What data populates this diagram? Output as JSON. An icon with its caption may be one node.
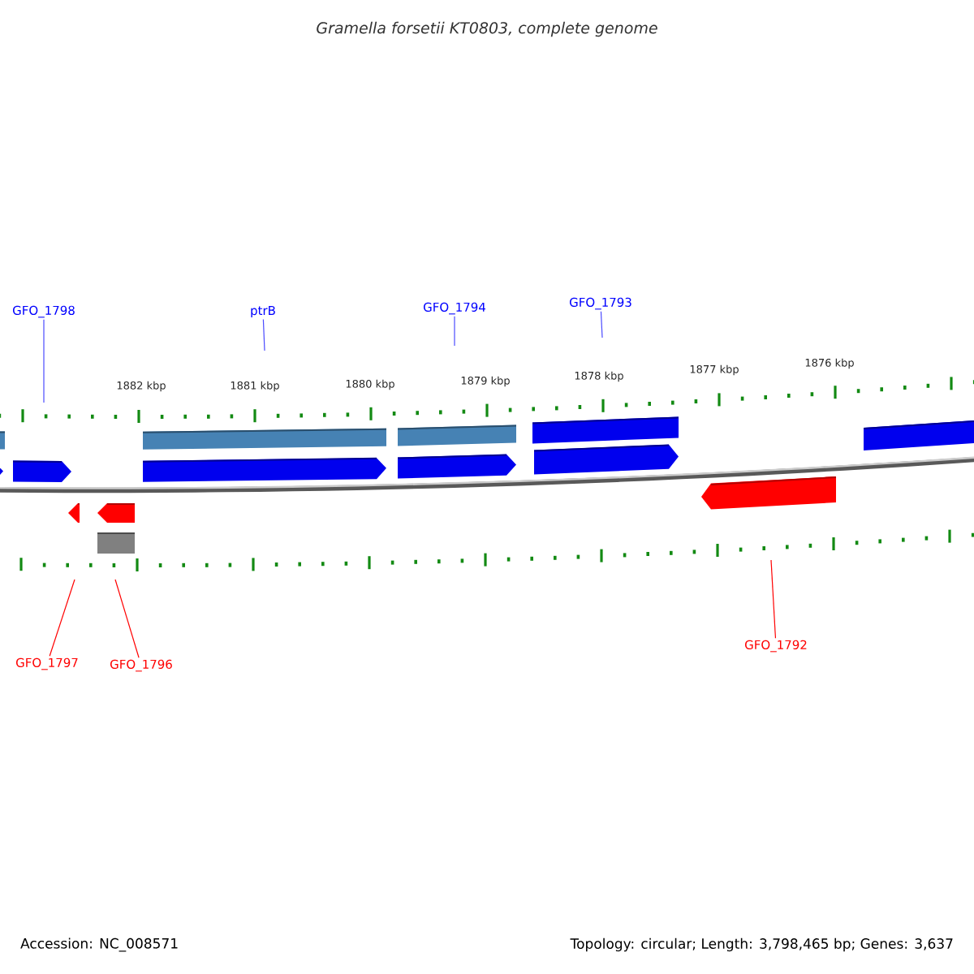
{
  "diagram": {
    "title": "Gramella forsetii KT0803, complete genome",
    "nodes": [
      {
        "text": [
          "GFO_1798"
        ]
      },
      {
        "text": [
          "ptrB"
        ]
      },
      {
        "text": [
          "GFO_1794"
        ]
      },
      {
        "text": [
          "GFO_1793"
        ]
      },
      {
        "text": [
          "GFO_1797"
        ]
      },
      {
        "text": [
          "GFO_1796"
        ]
      },
      {
        "text": [
          "GFO_1792"
        ]
      }
    ],
    "edges": [
      {
        "from": 0,
        "to": null,
        "arrow": "none"
      },
      {
        "from": 1,
        "to": null,
        "arrow": "none"
      },
      {
        "from": 2,
        "to": null,
        "arrow": "none"
      },
      {
        "from": 3,
        "to": null,
        "arrow": "none"
      },
      {
        "from": 4,
        "to": null,
        "arrow": "none",
        "color": "#ff0000"
      },
      {
        "from": 5,
        "to": null,
        "arrow": "none",
        "color": "#ff0000"
      },
      {
        "from": 6,
        "to": null,
        "arrow": "none",
        "color": "#ff0000"
      }
    ],
    "labels": [
      "1882 kbp",
      "1881 kbp",
      "1880 kbp",
      "1879 kbp",
      "1878 kbp",
      "1877 kbp",
      "1876 kbp",
      "Accession: NC_008571",
      "Topology: circular; Length: 3,798,465 bp; Genes: 3,637"
    ]
  }
}
